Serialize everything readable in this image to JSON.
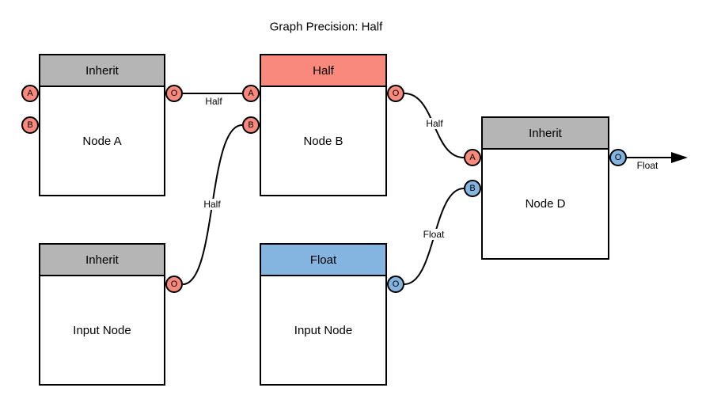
{
  "title": "Graph Precision: Half",
  "colors": {
    "half": "#F8897C",
    "float": "#83B5E0",
    "inherit": "#B5B5B5",
    "node_fill": "#FFFFFF",
    "line": "#000000"
  },
  "nodes": [
    {
      "name": "Node A",
      "header": "Inherit",
      "precision": "inherit",
      "ports": [
        {
          "label": "A",
          "type": "half"
        },
        {
          "label": "B",
          "type": "half"
        },
        {
          "label": "O",
          "type": "half"
        }
      ]
    },
    {
      "name": "Node B",
      "header": "Half",
      "precision": "half",
      "ports": [
        {
          "label": "A",
          "type": "half"
        },
        {
          "label": "B",
          "type": "half"
        },
        {
          "label": "O",
          "type": "half"
        }
      ]
    },
    {
      "name": "Node D",
      "header": "Inherit",
      "precision": "inherit",
      "ports": [
        {
          "label": "A",
          "type": "half"
        },
        {
          "label": "B",
          "type": "float"
        },
        {
          "label": "O",
          "type": "float"
        }
      ]
    },
    {
      "name": "Input Node",
      "header": "Inherit",
      "precision": "inherit",
      "ports": [
        {
          "label": "O",
          "type": "half"
        }
      ]
    },
    {
      "name": "Input Node",
      "header": "Float",
      "precision": "float",
      "ports": [
        {
          "label": "O",
          "type": "float"
        }
      ]
    }
  ],
  "edges": [
    {
      "label": "Half",
      "from": "Node A.O",
      "to": "Node B.A"
    },
    {
      "label": "Half",
      "from": "Input Node (Inherit).O",
      "to": "Node B.B"
    },
    {
      "label": "Half",
      "from": "Node B.O",
      "to": "Node D.A"
    },
    {
      "label": "Float",
      "from": "Input Node (Float).O",
      "to": "Node D.B"
    },
    {
      "label": "Float",
      "from": "Node D.O",
      "to": "graph output"
    }
  ]
}
